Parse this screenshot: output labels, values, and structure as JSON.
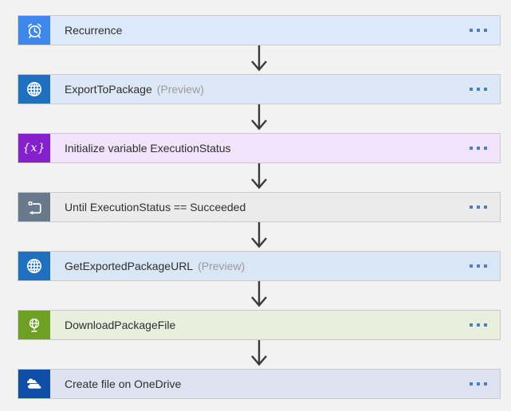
{
  "page": {
    "background": "#f2f2f2",
    "bar_border": "#c9c9c9",
    "arrow_color": "#3a3a3a",
    "menu_dot_color": "#4d7ec0",
    "label_color": "#2f2f2e",
    "preview_color": "#9b9b9b"
  },
  "workflow": {
    "variable_glyph": "{x}",
    "steps": [
      {
        "label": "Recurrence",
        "suffix": "",
        "icon": "alarm-clock-icon",
        "icon_bg": "#3d88e9",
        "bar_bg": "#dbe9fb"
      },
      {
        "label": "ExportToPackage",
        "suffix": "(Preview)",
        "icon": "globe-icon",
        "icon_bg": "#1f70be",
        "bar_bg": "#dce8f5"
      },
      {
        "label": "Initialize variable ExecutionStatus",
        "suffix": "",
        "icon": "variable-icon",
        "icon_bg": "#8520cd",
        "bar_bg": "#f1e3f9"
      },
      {
        "label": "Until ExecutionStatus == Succeeded",
        "suffix": "",
        "icon": "loop-icon",
        "icon_bg": "#68798b",
        "bar_bg": "#ebebeb"
      },
      {
        "label": "GetExportedPackageURL",
        "suffix": "(Preview)",
        "icon": "globe-icon",
        "icon_bg": "#1f70be",
        "bar_bg": "#d9e6f6"
      },
      {
        "label": "DownloadPackageFile",
        "suffix": "",
        "icon": "globe-stand-icon",
        "icon_bg": "#70a023",
        "bar_bg": "#e9efdd"
      },
      {
        "label": "Create file on OneDrive",
        "suffix": "",
        "icon": "onedrive-icon",
        "icon_bg": "#0f4fa8",
        "bar_bg": "#dde3f1"
      }
    ]
  }
}
